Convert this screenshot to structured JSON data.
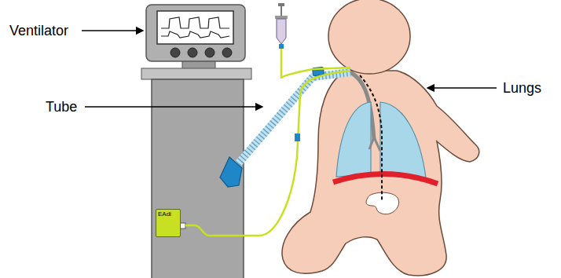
{
  "diagram": {
    "nodes": [
      {
        "text": [
          "EAdi"
        ]
      }
    ],
    "labels": [
      "Ventilator",
      "Tube",
      "Lungs"
    ]
  }
}
